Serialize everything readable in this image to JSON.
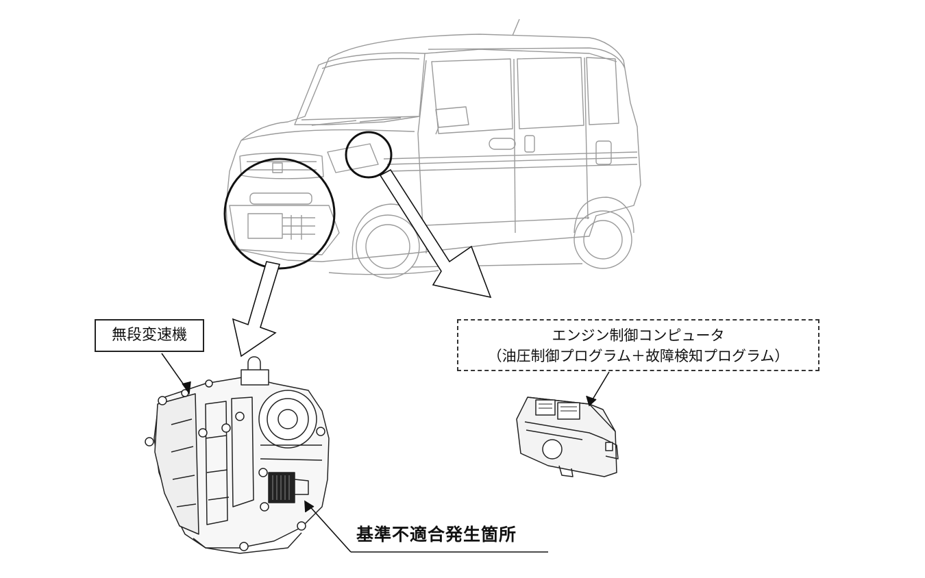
{
  "labels": {
    "cvt": "無段変速機",
    "ecu_title": "エンジン制御コンピュータ",
    "ecu_detail": "（油圧制御プログラム＋故障検知プログラム）",
    "defect_location": "基準不適合発生箇所"
  },
  "icons": {
    "vehicle": "kei-van-line-drawing",
    "transmission": "cvt-transmission-drawing",
    "ecu": "engine-control-unit-drawing"
  },
  "colors": {
    "line": "#222222",
    "vehicle_line": "#9a9a9a"
  }
}
